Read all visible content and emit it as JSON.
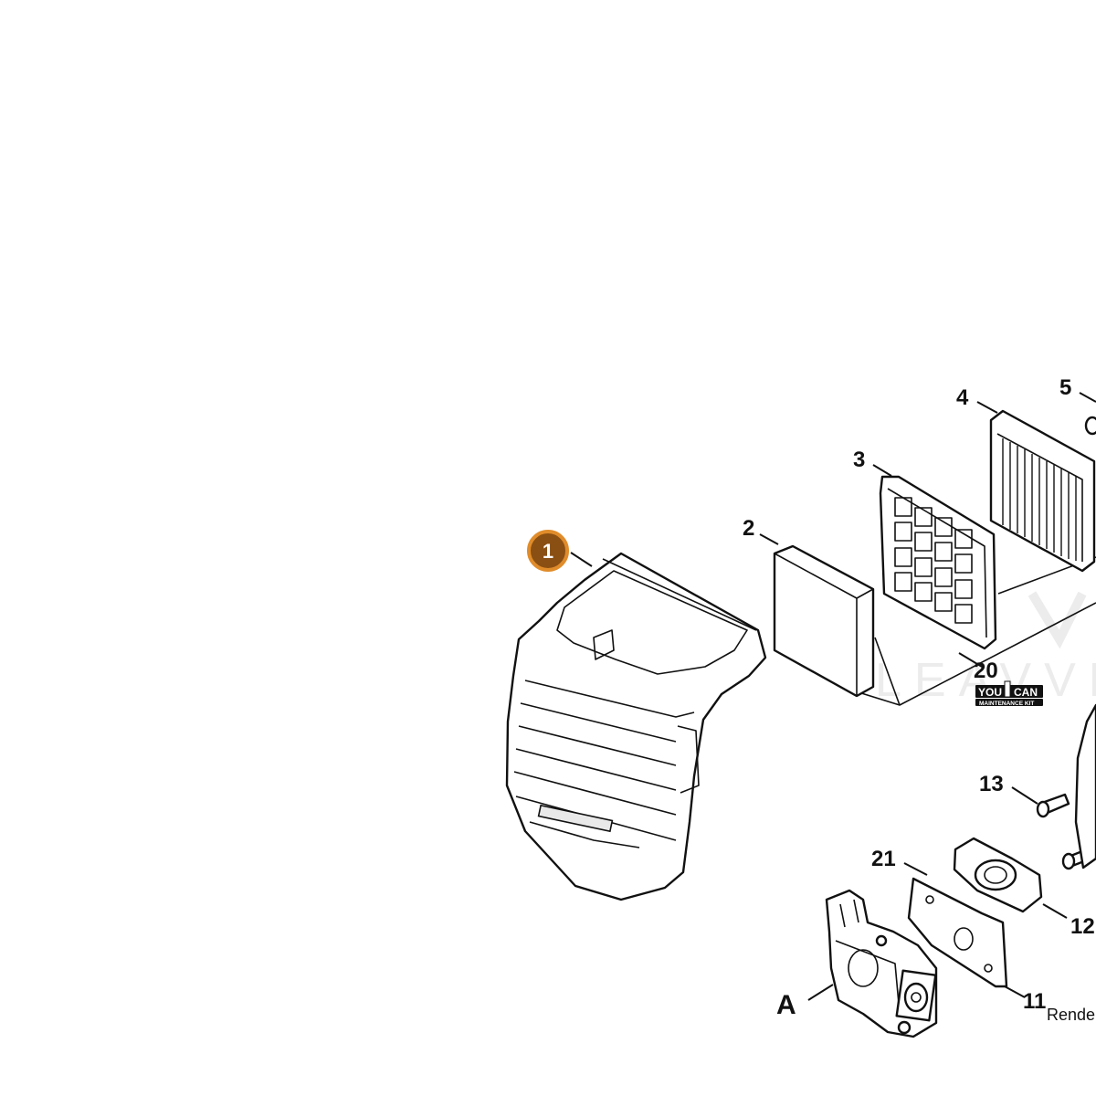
{
  "callouts": {
    "p1": "1",
    "p2": "2",
    "p3": "3",
    "p4": "4",
    "p5": "5",
    "p11": "11",
    "p12": "12",
    "p13": "13",
    "p20": "20",
    "p21": "21",
    "pA": "A"
  },
  "badge": {
    "youcan_left": "YOU",
    "youcan_right": "CAN",
    "subtitle": "MAINTENANCE KIT"
  },
  "watermark": "LEAVVER",
  "footer_text": "Render",
  "colors": {
    "highlight_fill": "#8a4f12",
    "highlight_ring": "#e08c2a",
    "line": "#111111"
  }
}
